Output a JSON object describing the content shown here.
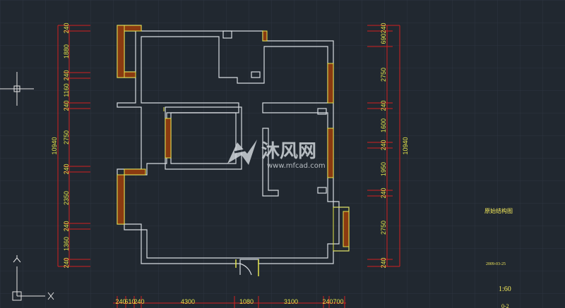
{
  "drawing": {
    "title": "原始结构图",
    "date": "2009-03-25",
    "scale": "1:60",
    "corner_text": "0-2"
  },
  "left_dims": [
    "240",
    "1880",
    "240",
    "1160",
    "240",
    "2750",
    "240",
    "2350",
    "240",
    "1360",
    "240"
  ],
  "left_total": "10940",
  "right_dims": [
    "240",
    "690",
    "2750",
    "240",
    "1600",
    "240",
    "1950",
    "240",
    "2750",
    "240"
  ],
  "right_total": "10940",
  "bottom_dims": [
    "240",
    "610",
    "240",
    "4300",
    "1080",
    "3100",
    "240",
    "700"
  ],
  "watermark": {
    "main": "沐风网",
    "sub": "www.mfcad.com"
  },
  "colors": {
    "background": "#212830",
    "grid": "#2d3540",
    "walls": "#d7dbe0",
    "dimension": "#e3e34a",
    "dim_line": "#d42020",
    "column": "#8a3a10"
  },
  "icons": [
    "crosshair-cursor-icon",
    "ucs-axis-icon",
    "watermark-logo-icon"
  ]
}
